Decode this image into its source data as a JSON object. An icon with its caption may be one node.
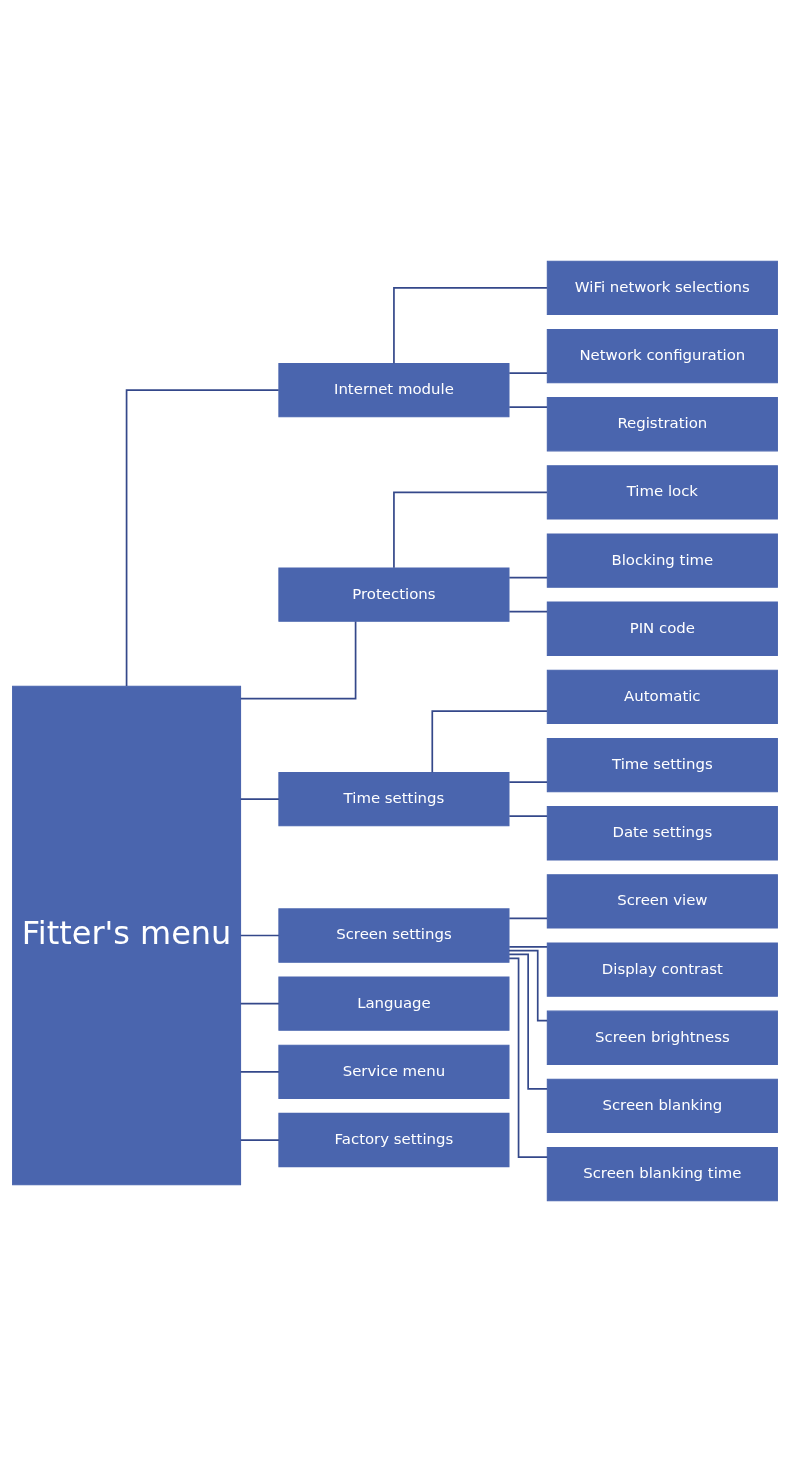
{
  "diagram": {
    "nodes": [
      {
        "text": [
          "Fitter's menu"
        ]
      },
      {
        "text": [
          "Internet module"
        ]
      },
      {
        "text": [
          "WiFi network selections"
        ]
      },
      {
        "text": [
          "Network configuration"
        ]
      },
      {
        "text": [
          "Registration"
        ]
      },
      {
        "text": [
          "Protections"
        ]
      },
      {
        "text": [
          "Time lock"
        ]
      },
      {
        "text": [
          "Blocking time"
        ]
      },
      {
        "text": [
          "PIN code"
        ]
      },
      {
        "text": [
          "Time settings"
        ]
      },
      {
        "text": [
          "Automatic"
        ]
      },
      {
        "text": [
          "Time settings"
        ]
      },
      {
        "text": [
          "Date settings"
        ]
      },
      {
        "text": [
          "Screen settings"
        ]
      },
      {
        "text": [
          "Screen view"
        ]
      },
      {
        "text": [
          "Display contrast"
        ]
      },
      {
        "text": [
          "Screen brightness"
        ]
      },
      {
        "text": [
          "Screen blanking"
        ]
      },
      {
        "text": [
          "Screen blanking time"
        ]
      },
      {
        "text": [
          "Language"
        ]
      },
      {
        "text": [
          "Service menu"
        ]
      },
      {
        "text": [
          "Factory settings"
        ]
      }
    ],
    "edges": [
      {
        "from": 0,
        "to": 1,
        "arrow": "none"
      },
      {
        "from": 1,
        "to": 2,
        "arrow": "none"
      },
      {
        "from": 1,
        "to": 3,
        "arrow": "none"
      },
      {
        "from": 1,
        "to": 4,
        "arrow": "none"
      },
      {
        "from": 0,
        "to": 5,
        "arrow": "none"
      },
      {
        "from": 5,
        "to": 6,
        "arrow": "none"
      },
      {
        "from": 5,
        "to": 7,
        "arrow": "none"
      },
      {
        "from": 5,
        "to": 8,
        "arrow": "none"
      },
      {
        "from": 0,
        "to": 9,
        "arrow": "none"
      },
      {
        "from": 9,
        "to": 10,
        "arrow": "none"
      },
      {
        "from": 9,
        "to": 11,
        "arrow": "none"
      },
      {
        "from": 9,
        "to": 12,
        "arrow": "none"
      },
      {
        "from": 0,
        "to": 13,
        "arrow": "none"
      },
      {
        "from": 13,
        "to": 14,
        "arrow": "none"
      },
      {
        "from": 13,
        "to": 15,
        "arrow": "none"
      },
      {
        "from": 13,
        "to": 16,
        "arrow": "none"
      },
      {
        "from": 13,
        "to": 17,
        "arrow": "none"
      },
      {
        "from": 13,
        "to": 18,
        "arrow": "none"
      },
      {
        "from": 0,
        "to": 19,
        "arrow": "none"
      },
      {
        "from": 0,
        "to": 20,
        "arrow": "none"
      },
      {
        "from": 0,
        "to": 21,
        "arrow": "none"
      }
    ]
  }
}
